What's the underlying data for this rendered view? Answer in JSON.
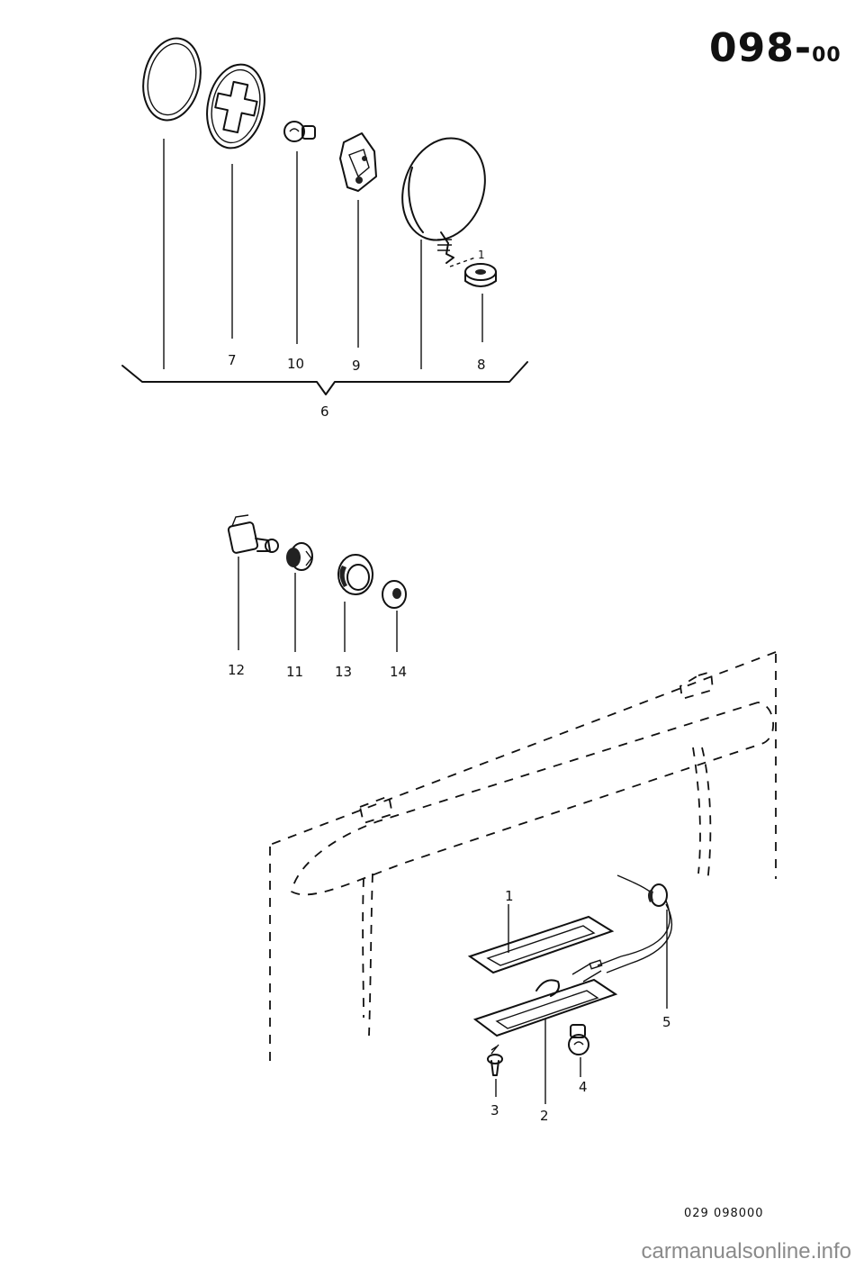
{
  "header": {
    "page_code": "098",
    "page_code_separator": "-",
    "page_code_suffix": "00"
  },
  "footer": {
    "reference_code": "029  098000",
    "watermark": "carmanualsonline.info"
  },
  "callouts": {
    "c1": "1",
    "c1_small": "1",
    "c2": "2",
    "c3": "3",
    "c4": "4",
    "c5": "5",
    "c6": "6",
    "c7": "7",
    "c8": "8",
    "c9": "9",
    "c10": "10",
    "c11": "11",
    "c12": "12",
    "c13": "13",
    "c14": "14"
  }
}
